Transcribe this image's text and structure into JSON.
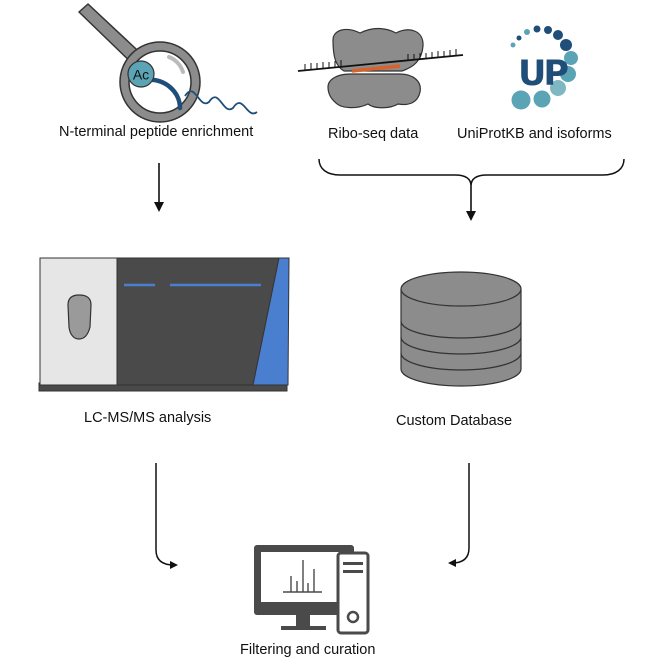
{
  "labels": {
    "nterm": "N-terminal peptide enrichment",
    "ribo": "Ribo-seq data",
    "uniprot": "UniProtKB and isoforms",
    "lcms": "LC-MS/MS analysis",
    "customdb": "Custom Database",
    "filtering": "Filtering and curation"
  },
  "icons": {
    "magnifier_text": "Ac",
    "uniprot_logo_text": "UP"
  },
  "colors": {
    "gray": "#8c8c8c",
    "dark_gray": "#4a4a4a",
    "teal": "#5ba4b5",
    "teal_light": "#7fb8c3",
    "navy": "#1f4e79",
    "blue_accent": "#4a7fd0",
    "orange_rna": "#d9622b",
    "db_gray": "#8c8c8c"
  }
}
